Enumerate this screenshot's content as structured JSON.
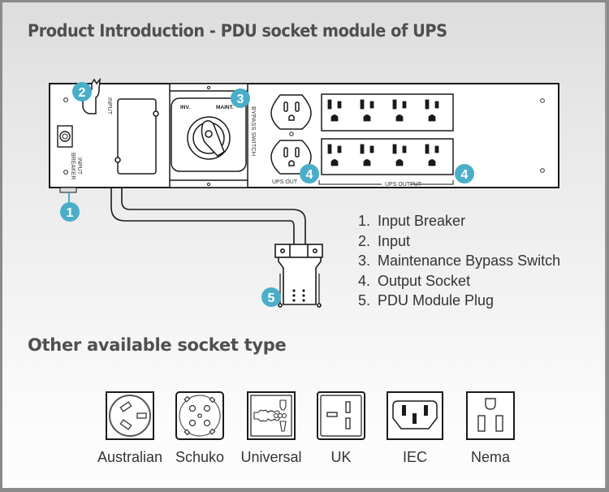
{
  "header": {
    "title": "Product Introduction - PDU socket module of UPS"
  },
  "diagram": {
    "panel_labels": {
      "input": "INPUT",
      "input_breaker_line1": "INPUT",
      "input_breaker_line2": "BREAKER",
      "inv": "INV.",
      "maint": "MAINT.",
      "bypass_switch": "BYPASS SWITCH",
      "ups_out": "UPS OUT",
      "ups_output": "UPS OUTPUT"
    },
    "badges": [
      "1",
      "2",
      "3",
      "4",
      "4",
      "5"
    ],
    "badge_color": "#4aaec8"
  },
  "legend": {
    "items": [
      {
        "num": "1.",
        "label": "Input Breaker"
      },
      {
        "num": "2.",
        "label": "Input"
      },
      {
        "num": "3.",
        "label": "Maintenance Bypass Switch"
      },
      {
        "num": "4.",
        "label": "Output Socket"
      },
      {
        "num": "5.",
        "label": "PDU Module Plug"
      }
    ]
  },
  "other_sockets": {
    "title": "Other available socket type",
    "items": [
      {
        "icon": "australian-socket-icon",
        "label": "Australian"
      },
      {
        "icon": "schuko-socket-icon",
        "label": "Schuko"
      },
      {
        "icon": "universal-socket-icon",
        "label": "Universal"
      },
      {
        "icon": "uk-socket-icon",
        "label": "UK"
      },
      {
        "icon": "iec-socket-icon",
        "label": "IEC"
      },
      {
        "icon": "nema-socket-icon",
        "label": "Nema"
      }
    ]
  }
}
